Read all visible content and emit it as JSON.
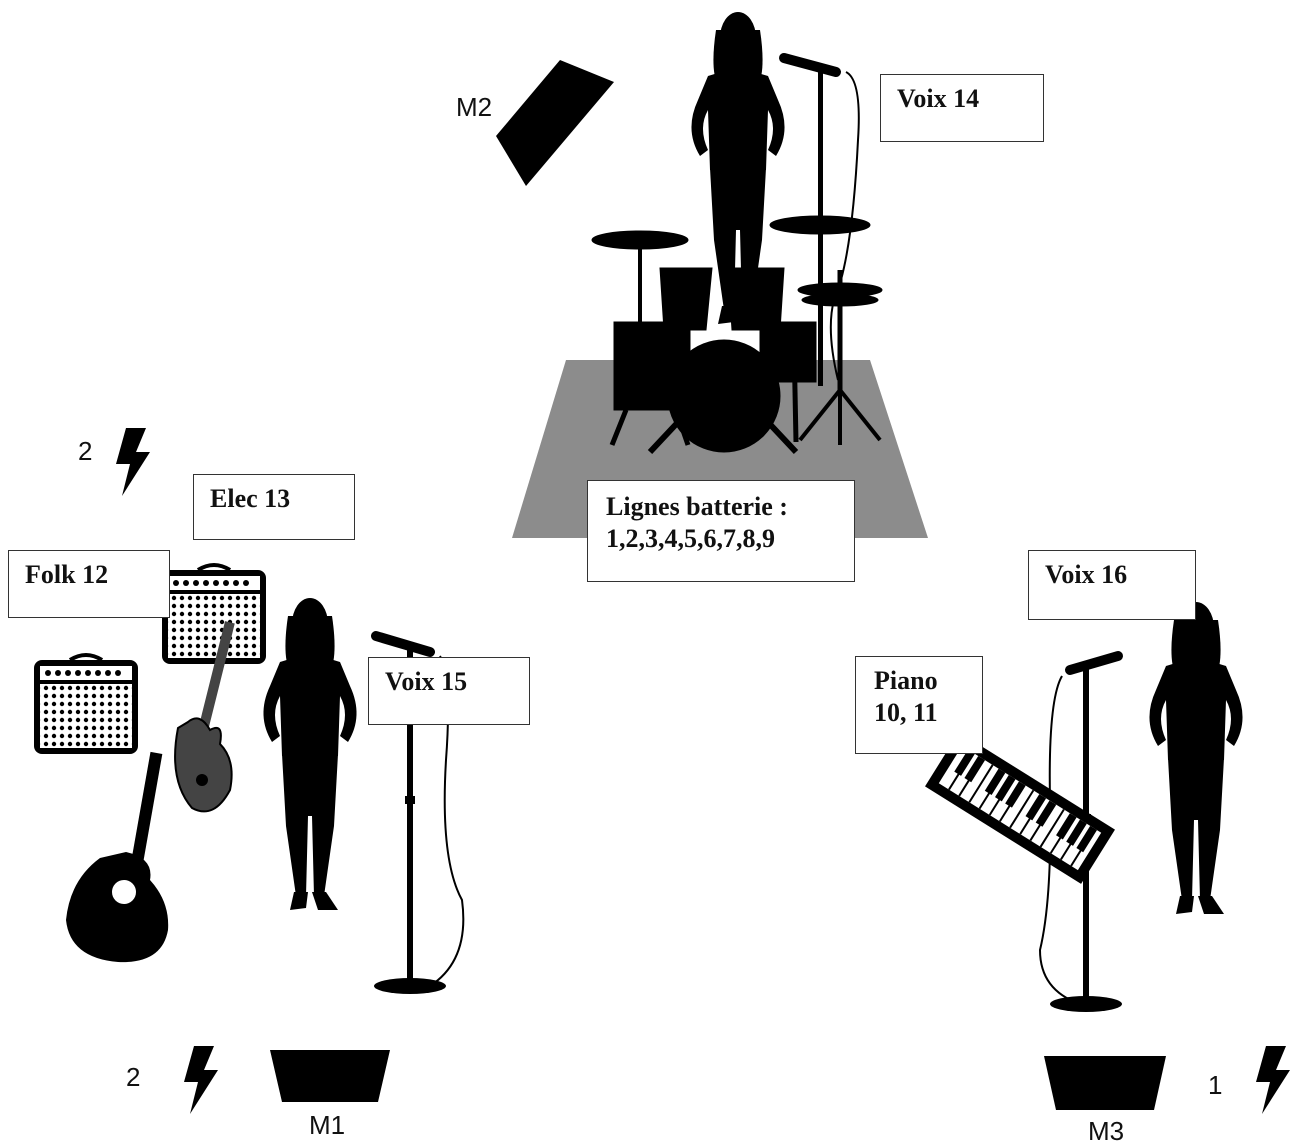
{
  "labels": {
    "voix14": "Voix 14",
    "voix15": "Voix 15",
    "voix16": "Voix 16",
    "elec": "Elec 13",
    "folk": "Folk 12",
    "piano_line1": "Piano",
    "piano_line2": "10, 11",
    "drums_line1": "Lignes batterie :",
    "drums_line2": "1,2,3,4,5,6,7,8,9"
  },
  "monitors": {
    "m1": "M1",
    "m2": "M2",
    "m3": "M3"
  },
  "power": {
    "top_left": "2",
    "bottom_left": "2",
    "bottom_right": "1"
  },
  "colors": {
    "silhouette": "#000000",
    "riser": "#8c8c8c",
    "amp_dots": "#000000"
  },
  "icons": [
    "power-bolt-icon",
    "microphone-stand-icon",
    "guitar-amp-icon",
    "acoustic-guitar-icon",
    "electric-guitar-icon",
    "drum-kit-icon",
    "keyboard-icon",
    "musician-silhouette"
  ]
}
